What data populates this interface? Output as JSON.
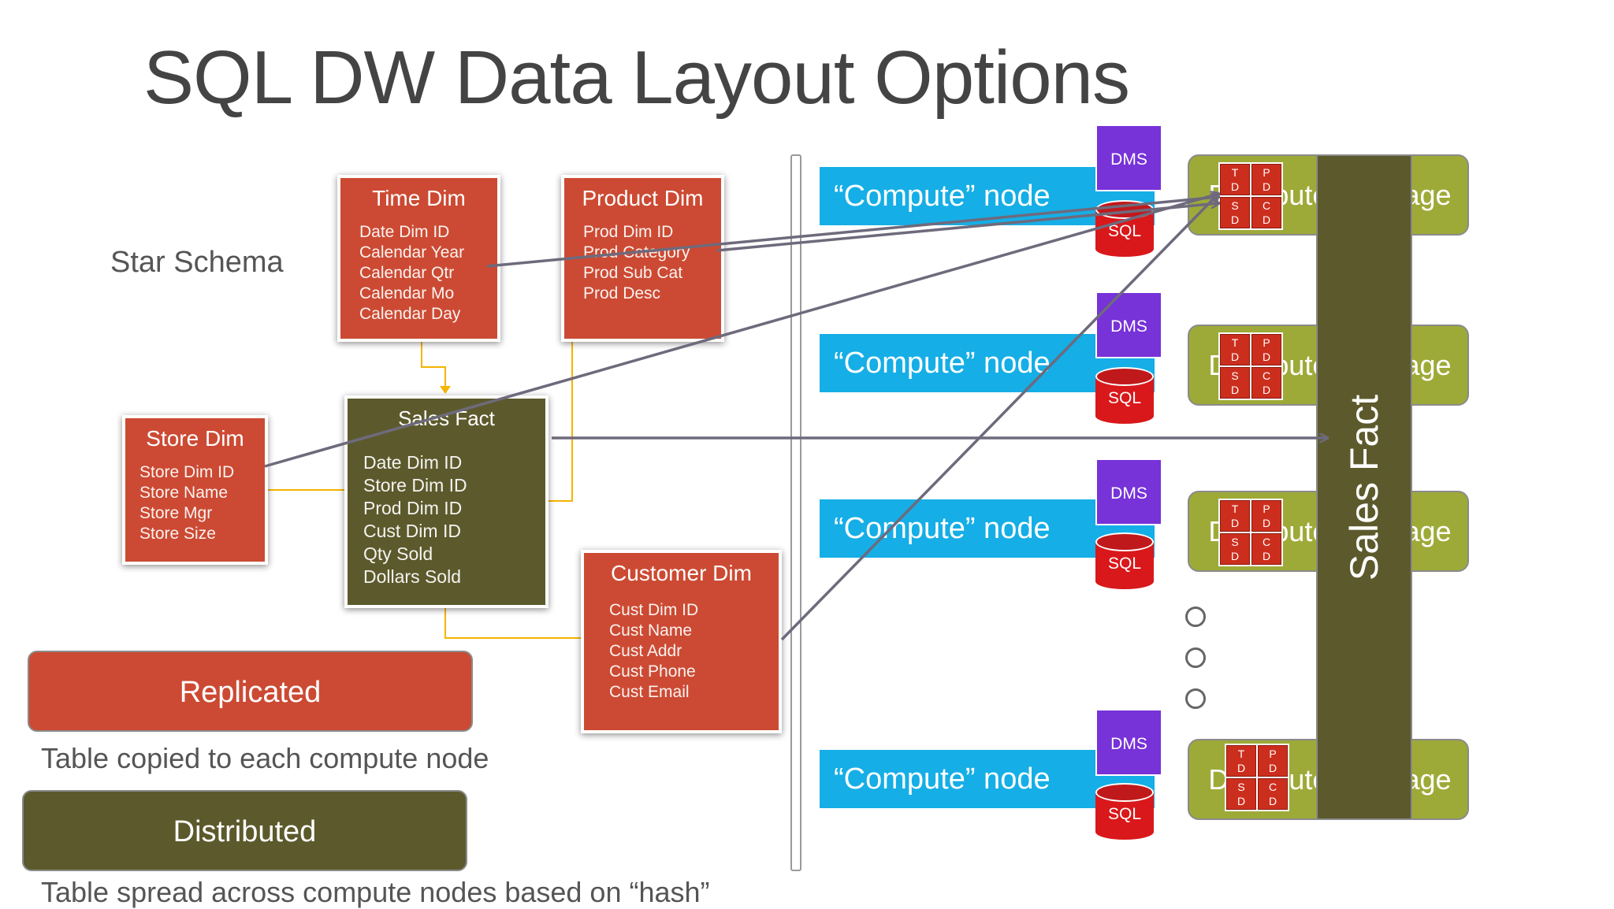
{
  "title": "SQL DW Data Layout Options",
  "star_schema_label": "Star Schema",
  "tables": {
    "time_dim": {
      "title": "Time Dim",
      "rows": [
        "Date Dim ID",
        "Calendar Year",
        "Calendar Qtr",
        "Calendar Mo",
        "Calendar Day"
      ]
    },
    "product_dim": {
      "title": "Product Dim",
      "rows": [
        "Prod Dim ID",
        "Prod Category",
        "Prod Sub Cat",
        "Prod Desc"
      ]
    },
    "store_dim": {
      "title": "Store Dim",
      "rows": [
        "Store Dim ID",
        "Store Name",
        "Store Mgr",
        "Store Size"
      ]
    },
    "sales_fact": {
      "title": "Sales Fact",
      "rows": [
        "Date Dim ID",
        "Store Dim ID",
        "Prod Dim ID",
        "Cust Dim ID",
        "Qty Sold",
        "Dollars Sold"
      ]
    },
    "customer_dim": {
      "title": "Customer Dim",
      "rows": [
        "Cust Dim ID",
        "Cust Name",
        "Cust Addr",
        "Cust Phone",
        "Cust Email"
      ]
    }
  },
  "legend": {
    "replicated": {
      "label": "Replicated",
      "description": "Table copied to each compute node"
    },
    "distributed": {
      "label": "Distributed",
      "description": "Table spread across compute nodes based on “hash”"
    }
  },
  "compute_node_label": "“Compute” node",
  "dms_label": "DMS",
  "sql_label": "SQL",
  "dist_store_label": "Distributed Storage",
  "grid_cells": [
    [
      "T",
      "D",
      "S",
      "D"
    ],
    [
      "P",
      "D",
      "C",
      "D"
    ]
  ],
  "sales_fact_vertical": "Sales Fact",
  "colors": {
    "replicated_red": "#cc4a33",
    "distributed_olive": "#5c5a2c",
    "compute_blue": "#15aee6",
    "dms_purple": "#7732d8",
    "sql_red": "#d9181b",
    "storage_green": "#9eaa38",
    "connector_yellow": "#f5b400",
    "arrow_gray": "#6e6a7c"
  }
}
